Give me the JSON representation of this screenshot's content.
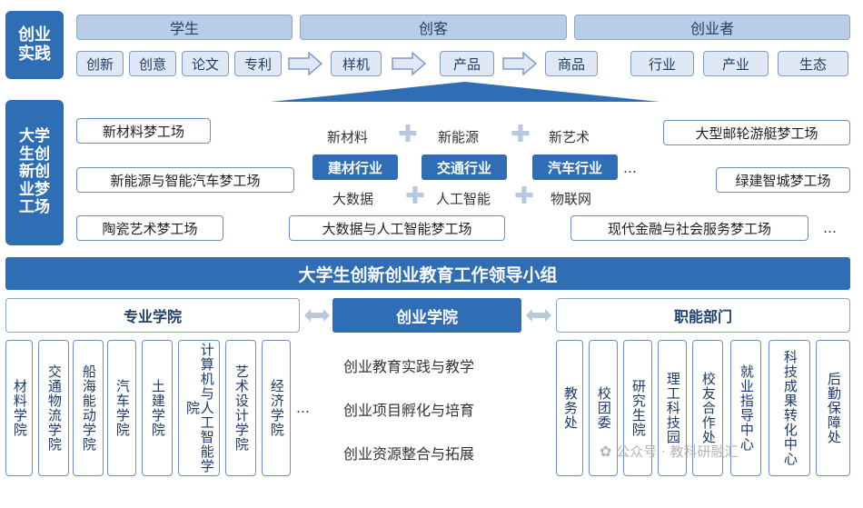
{
  "practice": {
    "title": "创业\n实践",
    "groups": [
      "学生",
      "创客",
      "创业者"
    ],
    "student_items": [
      "创新",
      "创意",
      "论文",
      "专利"
    ],
    "maker_items": [
      "样机",
      "产品",
      "商品"
    ],
    "founder_items": [
      "行业",
      "产业",
      "生态"
    ]
  },
  "dreamworks": {
    "title": "大学\n生创\n新创\n业梦\n工场",
    "left": [
      "新材料梦工场",
      "新能源与智能汽车梦工场",
      "陶瓷艺术梦工场"
    ],
    "right": [
      "大型邮轮游艇梦工场",
      "绿建智城梦工场",
      "现代金融与社会服务梦工场"
    ],
    "bottom_center": "大数据与人工智能梦工场",
    "ellipsis": "…",
    "row1": [
      "新材料",
      "新能源",
      "新艺术"
    ],
    "tags": [
      "建材行业",
      "交通行业",
      "汽车行业"
    ],
    "tags_more": "…",
    "row3": [
      "大数据",
      "人工智能",
      "物联网"
    ]
  },
  "leadership": "大学生创新创业教育工作领导小组",
  "sections": {
    "left": "专业学院",
    "center": "创业学院",
    "right": "职能部门"
  },
  "colleges": [
    "材料学院",
    "交通物流学院",
    "船海能动学院",
    "汽车学院",
    "土建学院",
    "计算机与人工智能学院",
    "艺术设计学院",
    "经济学院"
  ],
  "colleges_more": "…",
  "functions": [
    "创业教育实践与教学",
    "创业项目孵化与培育",
    "创业资源整合与拓展"
  ],
  "departments": [
    "教务处",
    "校团委",
    "研究生院",
    "理工科技园",
    "校友合作处",
    "就业指导中心",
    "科技成果转化中心",
    "后勤保障处"
  ],
  "watermark": "公众号 · 教科研融汇"
}
